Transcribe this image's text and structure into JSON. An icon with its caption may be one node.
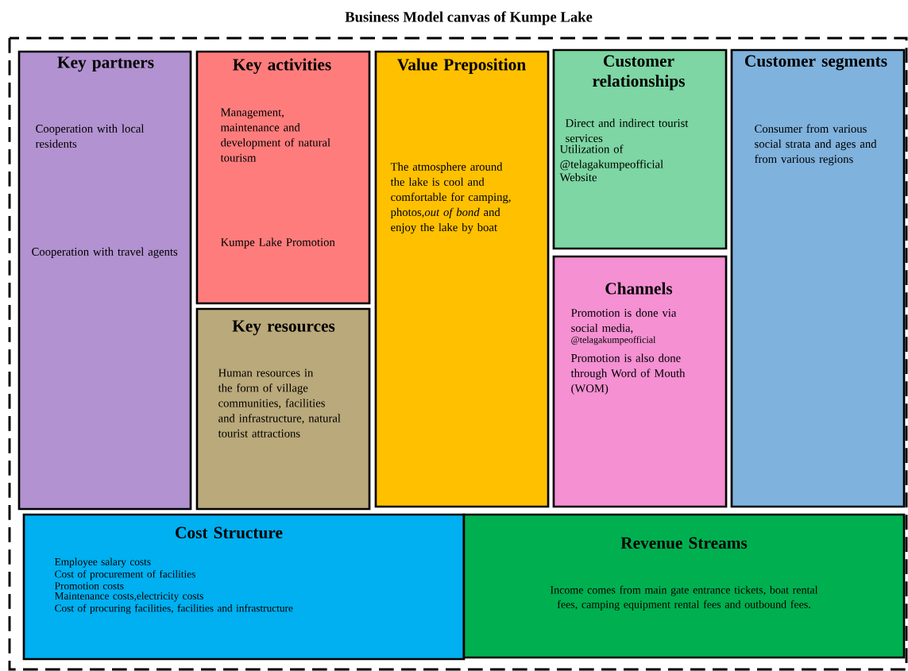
{
  "diagram": {
    "title": "Business Model canvas of Kumpe Lake",
    "nodes": [
      {
        "text": [
          "Key partners",
          "Cooperation with local residents",
          "Cooperation with travel agents"
        ]
      },
      {
        "text": [
          "Key activities",
          "Management, maintenance and development of natural tourism",
          "Kumpe Lake Promotion"
        ]
      },
      {
        "text": [
          "Value Preposition",
          "The atmosphere around the lake is cool and comfortable for camping, photos,*out of bond* and enjoy the lake by boat"
        ]
      },
      {
        "text": [
          "Customer relationships",
          "Direct and indirect tourist services",
          "Utilization of @telagakumpeofficial",
          "Website"
        ]
      },
      {
        "text": [
          "Customer segments",
          "Consumer from various social strata and ages and from various regions"
        ]
      },
      {
        "text": [
          "Key resources",
          "Human resources in the form of village communities, facilities and infrastructure, natural tourist attractions"
        ]
      },
      {
        "text": [
          "Channels",
          "Promotion is done via social media,",
          "@telagakumpeofficial",
          "Promotion is also done through Word of Mouth (WOM)"
        ]
      },
      {
        "text": [
          "Cost Structure",
          "Employee salary costs",
          "Cost of procurement of facilities",
          "Promotion costs",
          "Maintenance costs,electricity costs",
          "Cost of procuring facilities, facilities and infrastructure"
        ]
      },
      {
        "text": [
          "Revenue Streams",
          "Income comes from main gate entrance tickets, boat rental fees, camping equipment rental fees and outbound fees."
        ]
      }
    ]
  }
}
